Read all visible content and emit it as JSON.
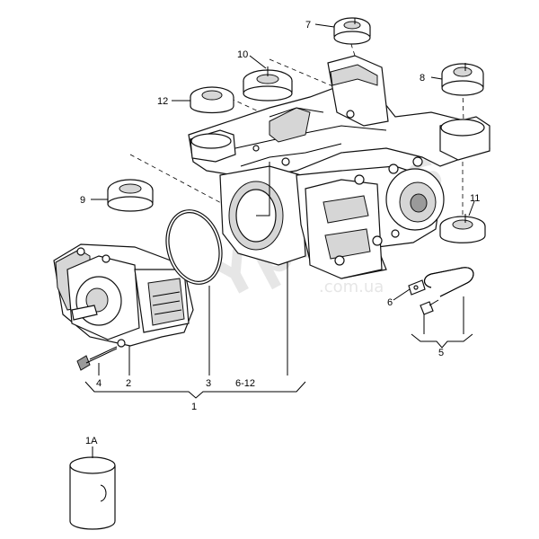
{
  "watermark": {
    "main": "Ypartes",
    "sub": ".com.ua"
  },
  "callouts": {
    "c1": "1",
    "c1a": "1A",
    "c2": "2",
    "c3": "3",
    "c4": "4",
    "c5": "5",
    "c6": "6",
    "c6_12": "6-12",
    "c7": "7",
    "c8": "8",
    "c9": "9",
    "c10": "10",
    "c11": "11",
    "c12": "12"
  }
}
